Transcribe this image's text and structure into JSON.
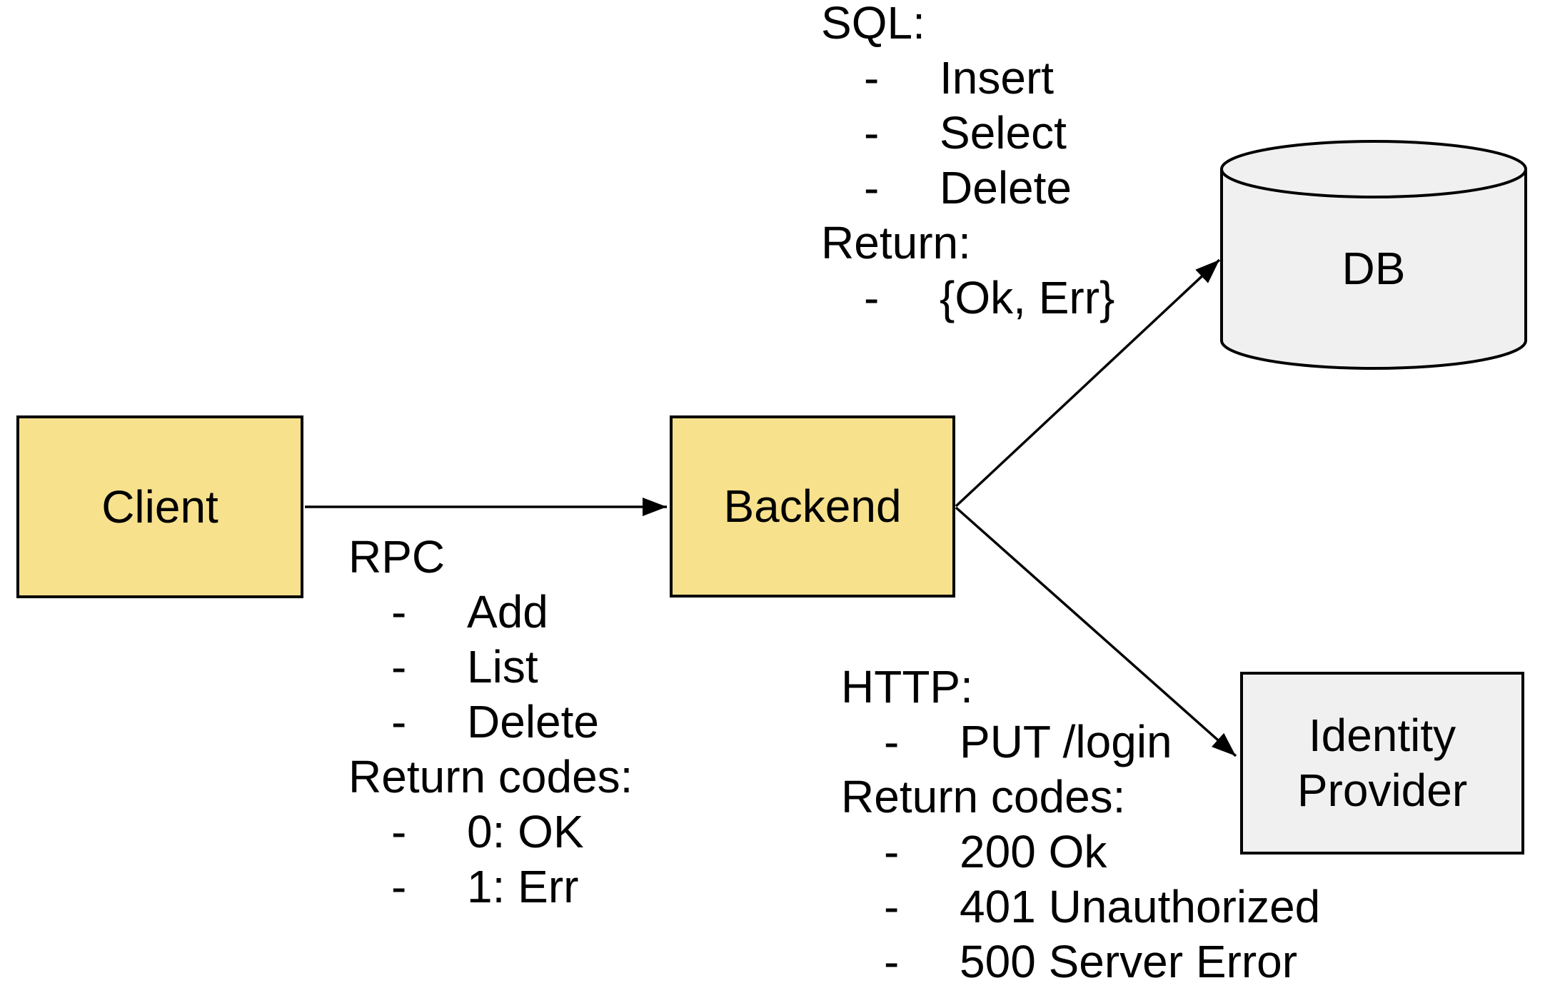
{
  "colors": {
    "background": "#FFFFFF",
    "node_yellow": "#F7E18D",
    "node_gray": "#F0F0F0",
    "outline": "#000000"
  },
  "bullet": "-",
  "nodes": {
    "client": {
      "label": "Client"
    },
    "backend": {
      "label": "Backend"
    },
    "db": {
      "label": "DB"
    },
    "identity_provider": {
      "label": "Identity Provider"
    }
  },
  "edges": [
    {
      "from": "client",
      "to": "backend"
    },
    {
      "from": "backend",
      "to": "db"
    },
    {
      "from": "backend",
      "to": "identity_provider"
    }
  ],
  "annotations": {
    "rpc": {
      "title": "RPC",
      "items": [
        "Add",
        "List",
        "Delete"
      ],
      "return_title": "Return codes:",
      "return_items": [
        "0: OK",
        "1: Err"
      ]
    },
    "sql": {
      "title": "SQL:",
      "items": [
        "Insert",
        "Select",
        "Delete"
      ],
      "return_title": "Return:",
      "return_items": [
        "{Ok, Err}"
      ]
    },
    "http": {
      "title": "HTTP:",
      "items": [
        "PUT /login"
      ],
      "return_title": "Return codes:",
      "return_items": [
        "200 Ok",
        "401 Unauthorized",
        "500 Server Error"
      ]
    }
  }
}
